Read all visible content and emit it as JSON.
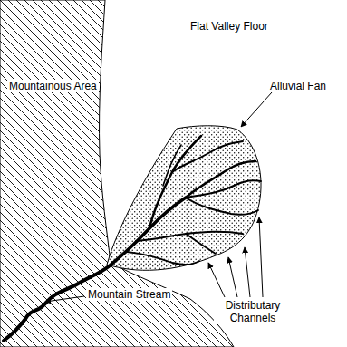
{
  "diagram": {
    "labels": [
      "Mountainous Area",
      "Flat Valley Floor",
      "Alluvial Fan",
      "Mountain Stream",
      "Distributary Channels"
    ]
  }
}
